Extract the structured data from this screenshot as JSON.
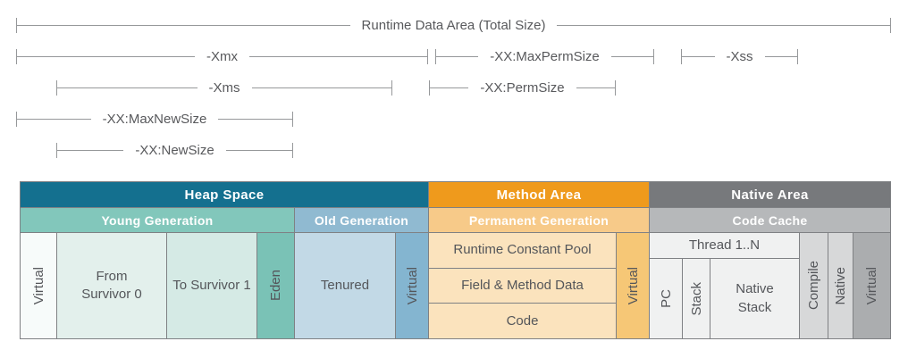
{
  "rulers": [
    {
      "label": "Runtime Data Area (Total Size)"
    },
    {
      "label": "-Xmx"
    },
    {
      "label": "-XX:MaxPermSize"
    },
    {
      "label": "-Xss"
    },
    {
      "label": "-Xms"
    },
    {
      "label": "-XX:PermSize"
    },
    {
      "label": "-XX:MaxNewSize"
    },
    {
      "label": "-XX:NewSize"
    }
  ],
  "table": {
    "heap": {
      "title": "Heap Space",
      "young": {
        "title": "Young Generation",
        "virtual": "Virtual",
        "from_survivor": "From Survivor 0",
        "to_survivor": "To Survivor 1",
        "eden": "Eden"
      },
      "old": {
        "title": "Old Generation",
        "tenured": "Tenured",
        "virtual": "Virtual"
      }
    },
    "method": {
      "title": "Method Area",
      "permanent": {
        "title": "Permanent Generation",
        "runtime_constant_pool": "Runtime Constant Pool",
        "field_method_data": "Field & Method Data",
        "code": "Code",
        "virtual": "Virtual"
      }
    },
    "native": {
      "title": "Native Area",
      "code_cache": {
        "title": "Code Cache",
        "thread": "Thread 1..N",
        "pc": "PC",
        "stack": "Stack",
        "native_stack": "Native Stack",
        "compile": "Compile",
        "native": "Native",
        "virtual": "Virtual"
      }
    }
  },
  "colors": {
    "heap_header": "#14708f",
    "young_header": "#82c7bb",
    "old_header": "#90bad1",
    "method_header": "#ef9a1c",
    "permanent_header": "#f7ca89",
    "native_header": "#77797c",
    "code_cache_header": "#b6b8ba",
    "virtual_white_cell": "#f7fbfa",
    "from_survivor_cell": "#e3f0ec",
    "to_survivor_cell": "#d5eae5",
    "eden_cell": "#7ac2b6",
    "tenured_cell": "#c2d9e6",
    "heap_virtual_cell": "#84b5d0",
    "permanent_cell": "#fbe3bd",
    "permanent_virtual_cell": "#f6c776",
    "thread_cell": "#f0f1f1",
    "compile_native_cell": "#d7d8d9",
    "native_virtual_cell": "#abadaf",
    "cell_border": "#7f8184",
    "ruler_line": "#96989a",
    "body_text": "#54565a"
  }
}
